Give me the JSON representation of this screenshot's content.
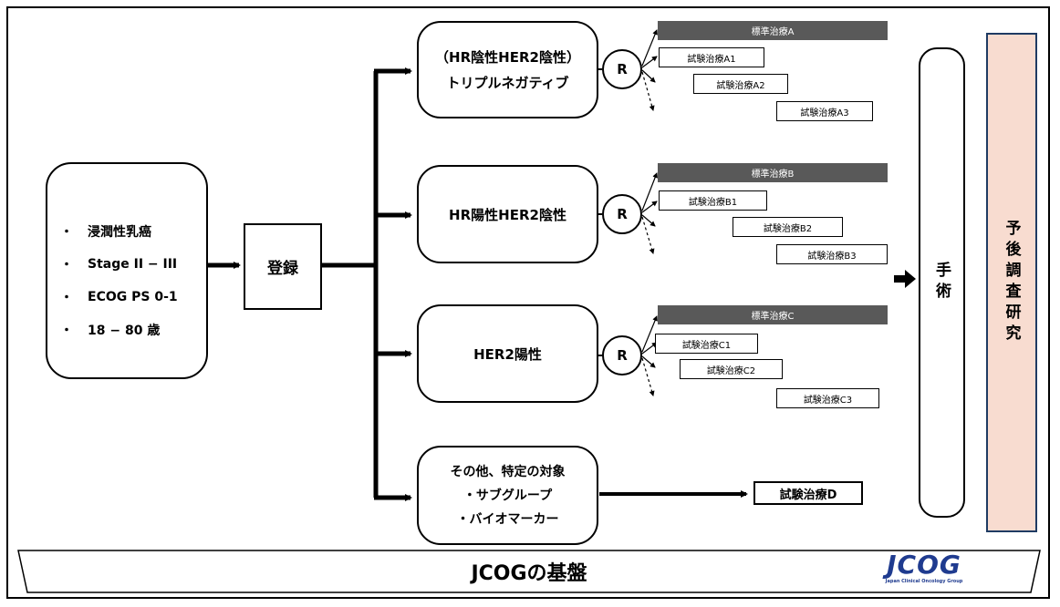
{
  "criteria": {
    "bullet": "・",
    "items": [
      "浸潤性乳癌",
      "Stage II − III",
      "ECOG PS 0-1",
      "18 − 80 歳"
    ]
  },
  "register": "登録",
  "groups": [
    {
      "line1": "（HR陰性HER2陰性）",
      "line2": "トリプルネガティブ",
      "rand": "R",
      "standard": "標準治療A",
      "trials": [
        "試験治療A1",
        "試験治療A2",
        "試験治療A3"
      ]
    },
    {
      "line1": "HR陽性HER2陰性",
      "rand": "R",
      "standard": "標準治療B",
      "trials": [
        "試験治療B1",
        "試験治療B2",
        "試験治療B3"
      ]
    },
    {
      "line1": "HER2陽性",
      "rand": "R",
      "standard": "標準治療C",
      "trials": [
        "試験治療C1",
        "試験治療C2",
        "試験治療C3"
      ]
    },
    {
      "line1": "その他、特定の対象",
      "line2": "・サブグループ",
      "line3": "・バイオマーカー",
      "trial": "試験治療D"
    }
  ],
  "surgery": "手術",
  "followup": "予後調査研究",
  "base": "JCOGの基盤",
  "logo": {
    "name": "JCOG",
    "tagline": "Japan Clinical Oncology Group"
  },
  "colors": {
    "standard_bar": "#595959",
    "followup_fill": "#f8dcd0",
    "logo": "#1f3b8f"
  }
}
